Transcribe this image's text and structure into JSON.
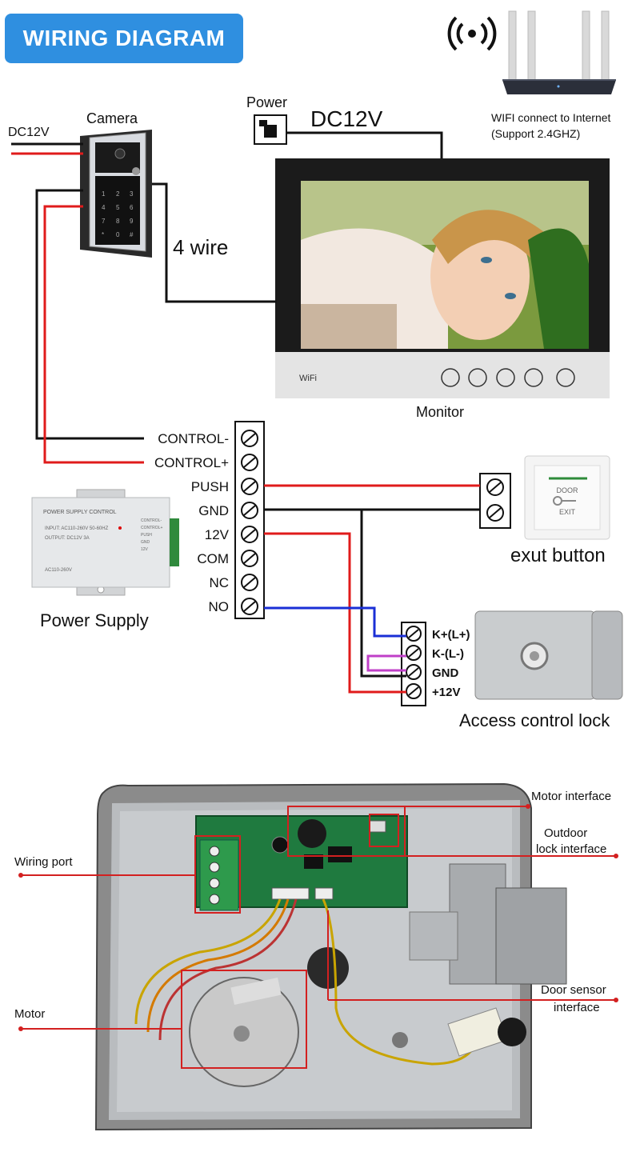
{
  "title": "WIRING DIAGRAM",
  "labels": {
    "dc12v_left": "DC12V",
    "camera": "Camera",
    "power": "Power",
    "dc12v_monitor": "DC12V",
    "wifi_line1": "WIFI connect to Internet",
    "wifi_line2": "(Support 2.4GHZ)",
    "four_wire": "4 wire",
    "monitor": "Monitor",
    "power_supply": "Power Supply",
    "exit_button": "exut button",
    "access_lock": "Access control lock"
  },
  "monitor_bar": {
    "wifi": "WiFi"
  },
  "terminals": [
    "CONTROL-",
    "CONTROL+",
    "PUSH",
    "GND",
    "12V",
    "COM",
    "NC",
    "NO"
  ],
  "lock_terminals": [
    "K+(L+)",
    "K-(L-)",
    "GND",
    "+12V"
  ],
  "power_supply_device": {
    "header": "POWER SUPPLY CONTROL",
    "input": "INPUT: AC110-260V 50-60HZ",
    "output": "OUTPUT: DC12V 3A",
    "ac": "AC110-260V",
    "side_labels": [
      "CONTROL-",
      "CONTROL+",
      "PUSH",
      "GND",
      "12V"
    ]
  },
  "exit_device": {
    "line1": "DOOR",
    "line2": "EXIT"
  },
  "lock_internal_labels": {
    "motor_interface": "Motor interface",
    "outdoor_line1": "Outdoor",
    "outdoor_line2": "lock interface",
    "wiring_port": "Wiring port",
    "motor": "Motor",
    "door_sensor_line1": "Door sensor",
    "door_sensor_line2": "interface"
  },
  "colors": {
    "badge": "#2f8fe0",
    "wire_red": "#e01b1b",
    "wire_black": "#111111",
    "wire_blue": "#1a2fd6",
    "wire_magenta": "#c040c8",
    "callout_red": "#d32020"
  }
}
